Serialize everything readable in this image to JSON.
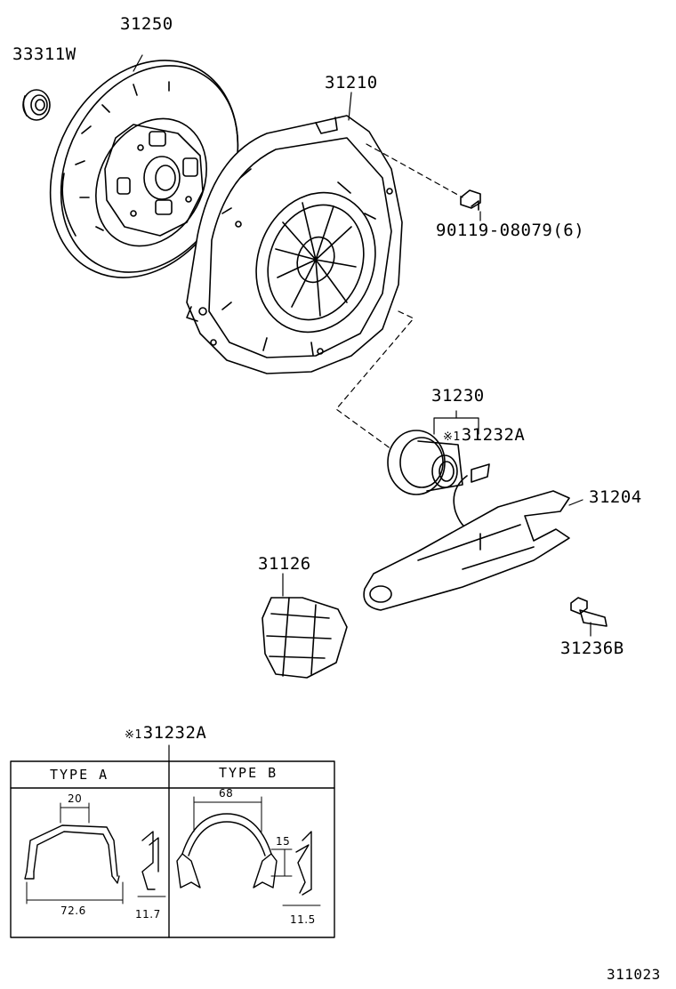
{
  "parts": {
    "bearing": "33311W",
    "disc": "31250",
    "cover": "31210",
    "bolt": "90119-08079(6)",
    "release_bearing": "31230",
    "clip": "31232A",
    "fork": "31204",
    "boot": "31126",
    "pivot": "31236B"
  },
  "note": {
    "marker": "※1",
    "part": "31232A"
  },
  "types": {
    "a": "TYPE  A",
    "b": "TYPE  B"
  },
  "dims": {
    "a_top": "20",
    "a_width": "72.6",
    "a_depth": "11.7",
    "b_top": "68",
    "b_height": "15",
    "b_depth": "11.5"
  },
  "diagram_code": "311023"
}
